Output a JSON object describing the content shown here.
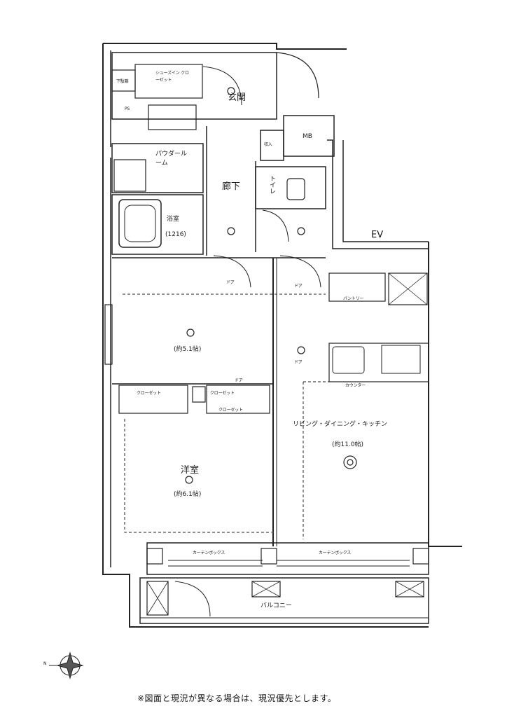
{
  "plan": {
    "rooms": {
      "entrance": "玄関",
      "hallway": "廊下",
      "powder_room": "パウダールーム",
      "toilet": "トイレ",
      "bathroom": "浴室",
      "bathroom_size": "(1216)",
      "western_room_1": "(約5.1帖)",
      "western_room_2_name": "洋室",
      "western_room_2": "(約6.1帖)",
      "ldk_name": "リビング・ダイニング・キッチン",
      "ldk": "(約11.0帖)",
      "balcony": "バルコニー",
      "mb": "MB",
      "ev": "EV",
      "storage": "収入"
    },
    "fixtures": {
      "shoes_in_closet": "シューズイン クローゼット",
      "shoe_box": "下駄箱",
      "closet_1": "クローゼット",
      "closet_2": "クローゼット",
      "closet_3": "クローゼット",
      "curtain_box_1": "カーテンボックス",
      "curtain_box_2": "カーテンボックス",
      "pantry": "パントリー",
      "counter": "カウンター",
      "door_1": "ドア",
      "door_2": "ドア",
      "door_3": "ドア",
      "door_4": "ドア",
      "ps": "PS",
      "north": "N"
    },
    "note": "※図面と現況が異なる場合は、現況優先とします。"
  }
}
